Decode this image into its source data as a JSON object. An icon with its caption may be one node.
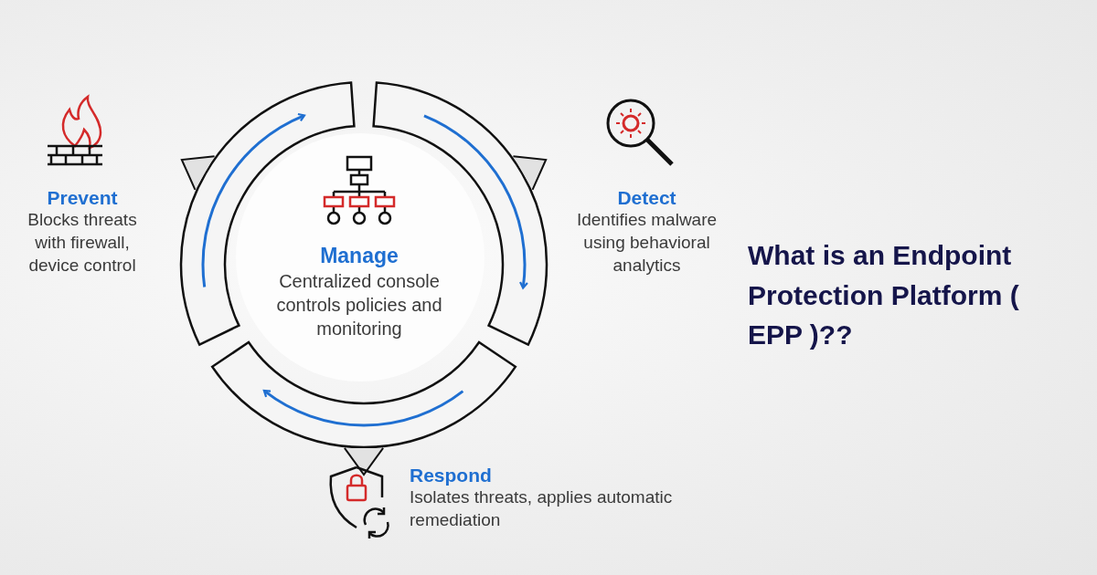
{
  "diagram": {
    "title": "What is an Endpoint Protection Platform ( EPP )??",
    "nodes": [
      {
        "text": [
          "Prevent",
          "Blocks threats with firewall, device control"
        ]
      },
      {
        "text": [
          "Manage",
          "Centralized console controls policies and monitoring"
        ]
      },
      {
        "text": [
          "Detect",
          "Identifies malware using behavioral analytics"
        ]
      },
      {
        "text": [
          "Respond",
          "Isolates threats, applies automatic remediation"
        ]
      }
    ]
  }
}
